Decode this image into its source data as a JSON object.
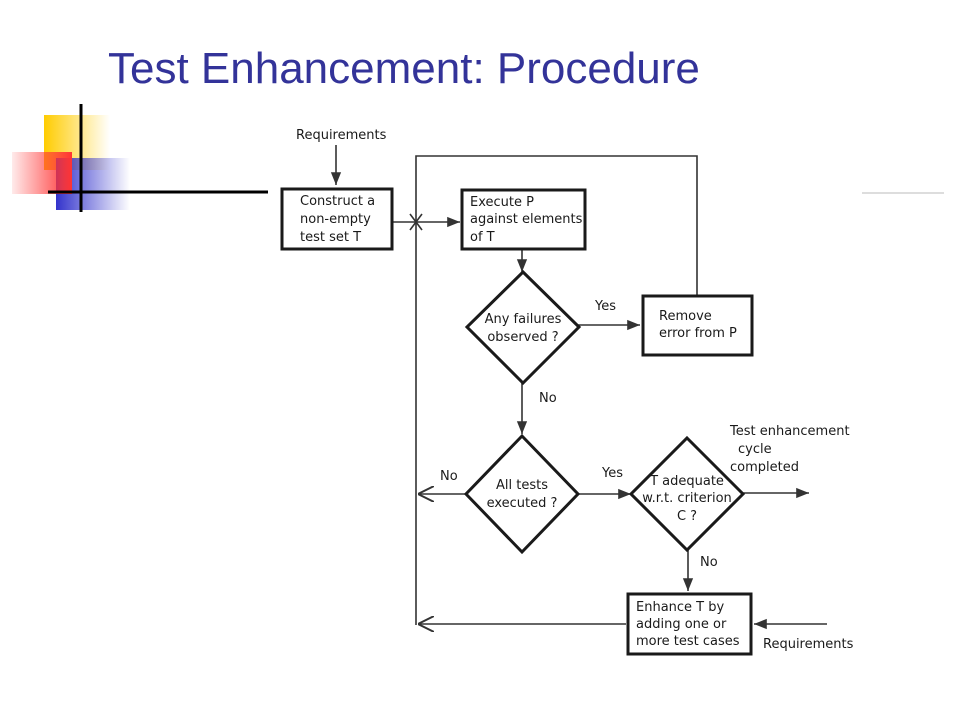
{
  "title": "Test Enhancement: Procedure",
  "diagram": {
    "req_top": "Requirements",
    "construct": [
      "Construct a",
      "non-empty",
      "test set T"
    ],
    "execute": [
      "Execute P",
      "against elements",
      "of T"
    ],
    "failures": [
      "Any failures",
      "observed ?"
    ],
    "remove": [
      "Remove",
      "error from P"
    ],
    "yes_failures": "Yes",
    "no_failures": "No",
    "all_tests": [
      "All tests",
      "executed ?"
    ],
    "no_all_tests": "No",
    "yes_all_tests": "Yes",
    "adequate": [
      "T adequate",
      "w.r.t. criterion",
      "C ?"
    ],
    "completed": [
      "Test enhancement",
      "cycle",
      "completed"
    ],
    "no_adequate": "No",
    "enhance": [
      "Enhance T by",
      "adding one or",
      "more test cases"
    ],
    "req_bottom": "Requirements"
  },
  "colors": {
    "title": "#333399",
    "deco_yellow": "#ffcc00",
    "deco_red": "#ff3333",
    "deco_blue": "#3333cc"
  }
}
